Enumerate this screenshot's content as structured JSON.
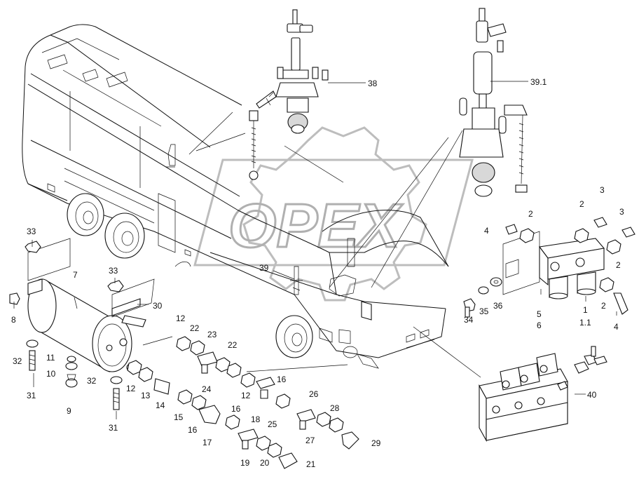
{
  "watermark": {
    "text": "OPEX"
  },
  "callouts": [
    {
      "id": "c38",
      "text": "38"
    },
    {
      "id": "c39-1",
      "text": "39.1"
    },
    {
      "id": "c39",
      "text": "39"
    },
    {
      "id": "c40",
      "text": "40"
    },
    {
      "id": "c33a",
      "text": "33"
    },
    {
      "id": "c33b",
      "text": "33"
    },
    {
      "id": "c7",
      "text": "7"
    },
    {
      "id": "c30",
      "text": "30"
    },
    {
      "id": "c8",
      "text": "8"
    },
    {
      "id": "c32a",
      "text": "32"
    },
    {
      "id": "c32b",
      "text": "32"
    },
    {
      "id": "c31a",
      "text": "31"
    },
    {
      "id": "c31b",
      "text": "31"
    },
    {
      "id": "c11",
      "text": "11"
    },
    {
      "id": "c10",
      "text": "10"
    },
    {
      "id": "c9",
      "text": "9"
    },
    {
      "id": "c12a",
      "text": "12"
    },
    {
      "id": "c12b",
      "text": "12"
    },
    {
      "id": "c12c",
      "text": "12"
    },
    {
      "id": "c13",
      "text": "13"
    },
    {
      "id": "c14",
      "text": "14"
    },
    {
      "id": "c15",
      "text": "15"
    },
    {
      "id": "c16a",
      "text": "16"
    },
    {
      "id": "c16b",
      "text": "16"
    },
    {
      "id": "c16c",
      "text": "16"
    },
    {
      "id": "c17",
      "text": "17"
    },
    {
      "id": "c18",
      "text": "18"
    },
    {
      "id": "c19",
      "text": "19"
    },
    {
      "id": "c20",
      "text": "20"
    },
    {
      "id": "c21",
      "text": "21"
    },
    {
      "id": "c22a",
      "text": "22"
    },
    {
      "id": "c22b",
      "text": "22"
    },
    {
      "id": "c23",
      "text": "23"
    },
    {
      "id": "c24",
      "text": "24"
    },
    {
      "id": "c25",
      "text": "25"
    },
    {
      "id": "c26",
      "text": "26"
    },
    {
      "id": "c27",
      "text": "27"
    },
    {
      "id": "c28",
      "text": "28"
    },
    {
      "id": "c29",
      "text": "29"
    },
    {
      "id": "c2a",
      "text": "2"
    },
    {
      "id": "c2b",
      "text": "2"
    },
    {
      "id": "c2c",
      "text": "2"
    },
    {
      "id": "c2d",
      "text": "2"
    },
    {
      "id": "c3a",
      "text": "3"
    },
    {
      "id": "c3b",
      "text": "3"
    },
    {
      "id": "c4a",
      "text": "4"
    },
    {
      "id": "c4b",
      "text": "4"
    },
    {
      "id": "c5",
      "text": "5"
    },
    {
      "id": "c6",
      "text": "6"
    },
    {
      "id": "c1",
      "text": "1"
    },
    {
      "id": "c1-1",
      "text": "1.1"
    },
    {
      "id": "c34",
      "text": "34"
    },
    {
      "id": "c35",
      "text": "35"
    },
    {
      "id": "c36",
      "text": "36"
    }
  ]
}
